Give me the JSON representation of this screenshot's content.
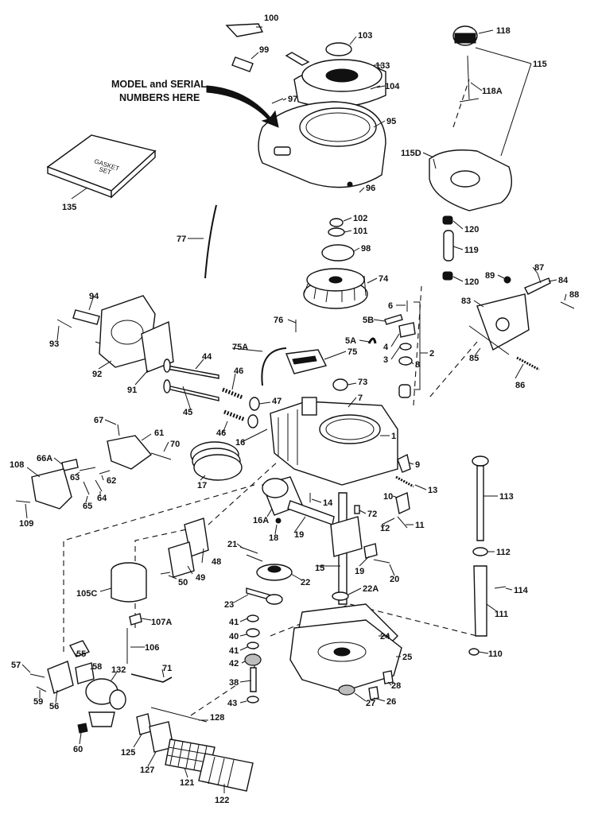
{
  "note": {
    "line1": "MODEL and SERIAL",
    "line2": "NUMBERS HERE"
  },
  "gasket_set": {
    "line1": "GASKET",
    "line2": "SET"
  },
  "callouts": [
    "100",
    "103",
    "99",
    "133",
    "104",
    "97",
    "95",
    "118",
    "115",
    "118A",
    "115D",
    "135",
    "96",
    "102",
    "101",
    "98",
    "74",
    "77",
    "120",
    "119",
    "120",
    "89",
    "87",
    "84",
    "83",
    "88",
    "94",
    "93",
    "92",
    "91",
    "76",
    "75A",
    "75",
    "6",
    "5B",
    "5A",
    "4",
    "3",
    "8",
    "2",
    "85",
    "86",
    "44",
    "46",
    "47",
    "45",
    "46",
    "73",
    "7",
    "16",
    "1",
    "67",
    "61",
    "70",
    "66A",
    "108",
    "63",
    "62",
    "65",
    "64",
    "109",
    "17",
    "9",
    "13",
    "14",
    "72",
    "10",
    "12",
    "11",
    "113",
    "16A",
    "18",
    "19",
    "21",
    "20",
    "19",
    "15",
    "112",
    "48",
    "49",
    "50",
    "105C",
    "22",
    "23",
    "22A",
    "114",
    "111",
    "107A",
    "106",
    "41",
    "40",
    "41",
    "42",
    "24",
    "25",
    "110",
    "55",
    "57",
    "58",
    "132",
    "56",
    "59",
    "71",
    "38",
    "43",
    "28",
    "27",
    "26",
    "60",
    "128",
    "125",
    "127",
    "121",
    "122"
  ]
}
